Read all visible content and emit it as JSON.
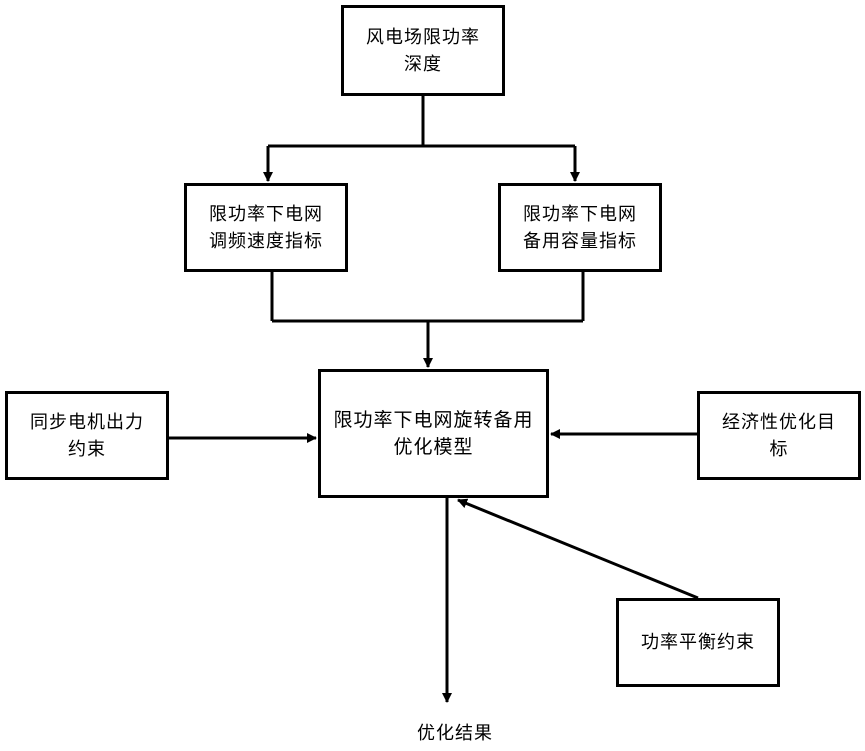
{
  "nodes": {
    "depth": {
      "lines": [
        "风电场限功率",
        "深度"
      ]
    },
    "speed_index": {
      "lines": [
        "限功率下电网",
        "调频速度指标"
      ]
    },
    "capacity_index": {
      "lines": [
        "限功率下电网",
        "备用容量指标"
      ]
    },
    "model": {
      "lines": [
        "限功率下电网旋转备用",
        "优化模型"
      ]
    },
    "sync_constraint": {
      "lines": [
        "同步电机出力",
        "约束"
      ]
    },
    "econ_objective": {
      "lines": [
        "经济性优化目",
        "标"
      ]
    },
    "balance_constraint": {
      "lines": [
        "功率平衡约束"
      ]
    }
  },
  "result": {
    "label": "优化结果"
  },
  "edges": [
    {
      "from": "depth",
      "to": "speed_index"
    },
    {
      "from": "depth",
      "to": "capacity_index"
    },
    {
      "from": "speed_index",
      "to": "model"
    },
    {
      "from": "capacity_index",
      "to": "model"
    },
    {
      "from": "sync_constraint",
      "to": "model"
    },
    {
      "from": "econ_objective",
      "to": "model"
    },
    {
      "from": "balance_constraint",
      "to": "model"
    },
    {
      "from": "model",
      "to": "result"
    }
  ],
  "colors": {
    "line": "#000000",
    "box_border": "#000000",
    "background": "#ffffff"
  }
}
